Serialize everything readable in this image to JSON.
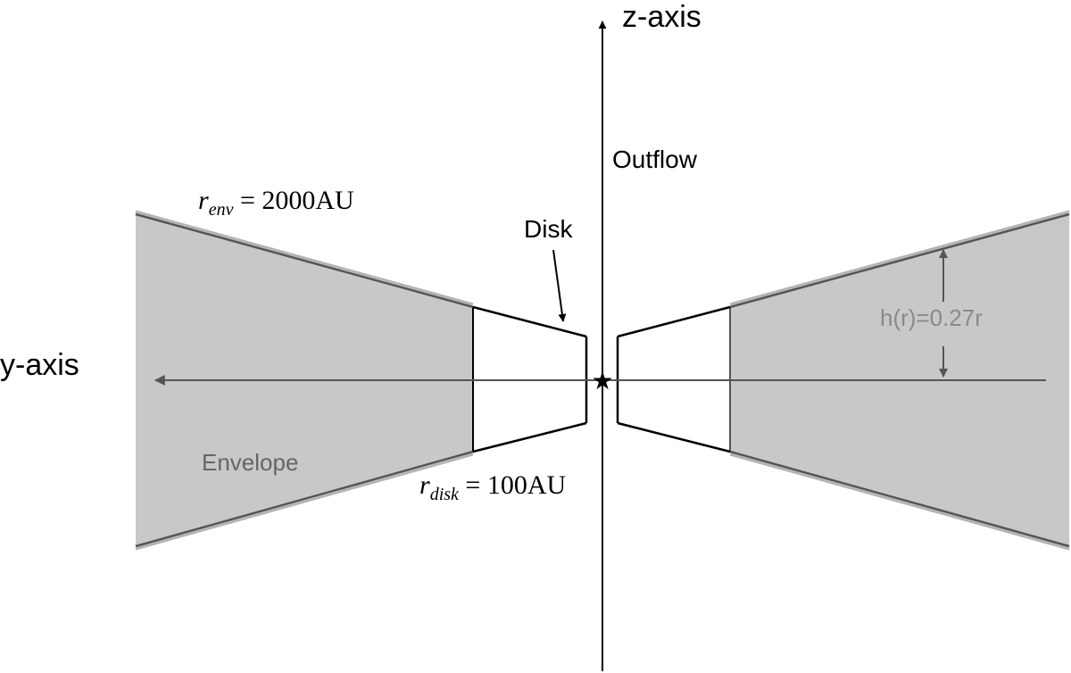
{
  "labels": {
    "z_axis": "z-axis",
    "y_axis": "y-axis",
    "outflow": "Outflow",
    "disk": "Disk",
    "envelope": "Envelope",
    "height": "h(r)=0.27r",
    "r_env_symbol": "r",
    "r_env_subscript": "env",
    "r_env_value": " = 2000AU",
    "r_disk_symbol": "r",
    "r_disk_subscript": "disk",
    "r_disk_value": " = 100AU",
    "star_glyph": "★"
  },
  "colors": {
    "envelope_fill": "#c8c8c8",
    "line_dark": "#000000",
    "line_gray": "#555555",
    "edge_light": "#b4b4b4",
    "text_gray": "#666666",
    "text_height": "#8a8a8a"
  }
}
